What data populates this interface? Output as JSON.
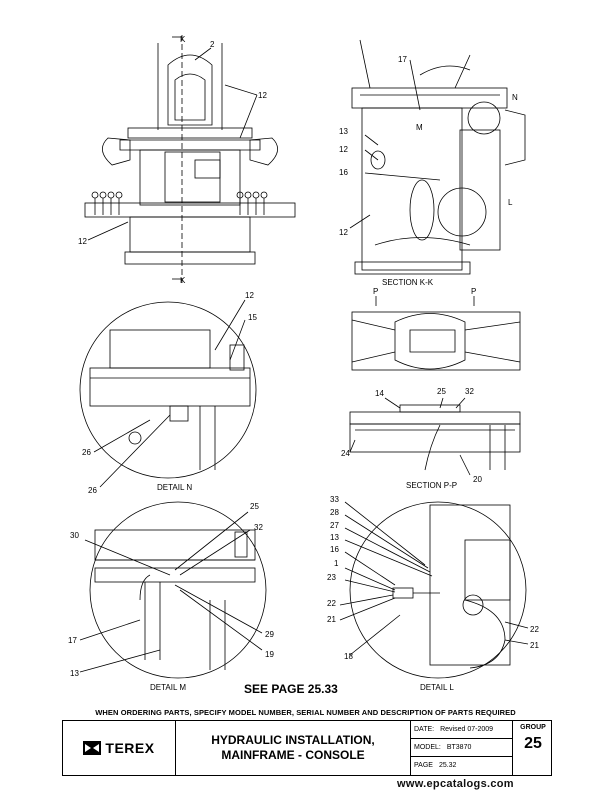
{
  "labels": {
    "top": {
      "k_top": "K",
      "k_bot": "K",
      "n2": "2",
      "n12a": "12",
      "n12b": "12"
    },
    "kk": {
      "n17": "17",
      "M": "M",
      "N": "N",
      "n13": "13",
      "n12": "12",
      "n16": "16",
      "L": "L",
      "n12b": "12"
    },
    "pp": {
      "P1": "P",
      "P2": "P"
    },
    "dn": {
      "n12": "12",
      "n15": "15",
      "n26a": "26",
      "n26b": "26"
    },
    "sp": {
      "n14": "14",
      "n25": "25",
      "n32": "32",
      "n24": "24",
      "n20": "20"
    },
    "dm": {
      "n25": "25",
      "n32": "32",
      "n30": "30",
      "n17": "17",
      "n29": "29",
      "n19": "19",
      "n13": "13"
    },
    "dl": {
      "n33": "33",
      "n28": "28",
      "n27": "27",
      "n13": "13",
      "n16": "16",
      "n1": "1",
      "n23": "23",
      "n22a": "22",
      "n21a": "21",
      "n18": "18",
      "n22b": "22",
      "n21b": "21"
    }
  },
  "captions": {
    "section_kk": "SECTION K-K",
    "detail_n": "DETAIL N",
    "section_pp": "SECTION P-P",
    "detail_m": "DETAIL M",
    "detail_l": "DETAIL L"
  },
  "see_page": "SEE PAGE 25.33",
  "order_note": "WHEN ORDERING PARTS, SPECIFY MODEL NUMBER, SERIAL NUMBER AND DESCRIPTION OF PARTS REQUIRED",
  "titleblock": {
    "logo": "TEREX",
    "title_line1": "HYDRAULIC INSTALLATION,",
    "title_line2": "MAINFRAME - CONSOLE",
    "date_label": "DATE:",
    "date_value": "Revised 07-2009",
    "model_label": "MODEL:",
    "model_value": "BT3870",
    "page_label": "PAGE",
    "page_value": "25.32",
    "group_label": "GROUP",
    "group_value": "25"
  },
  "watermark": "www.epcatalogs.com"
}
